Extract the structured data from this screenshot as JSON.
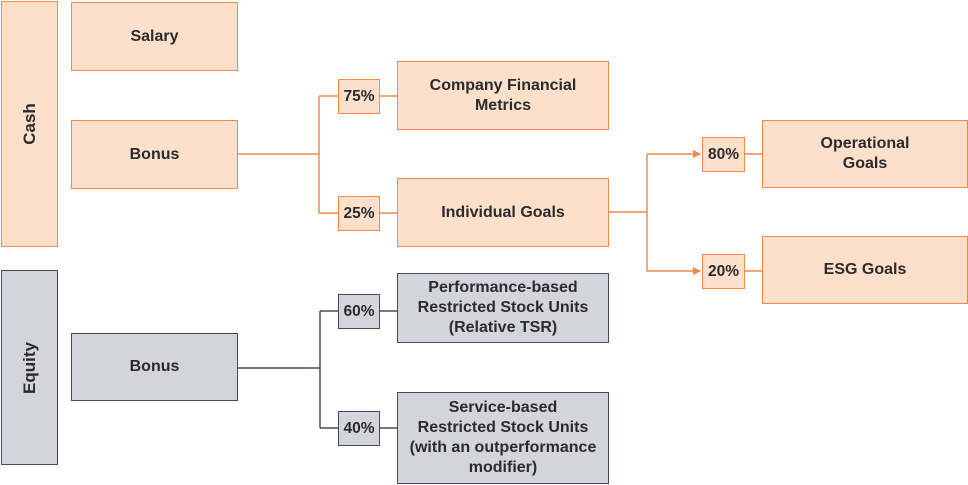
{
  "sections": {
    "cash": {
      "label": "Cash"
    },
    "equity": {
      "label": "Equity"
    }
  },
  "cash": {
    "salary": "Salary",
    "bonus": "Bonus",
    "bonus_split": [
      {
        "percent": "75%",
        "label": "Company Financial\nMetrics"
      },
      {
        "percent": "25%",
        "label": "Individual Goals"
      }
    ],
    "individual_split": [
      {
        "percent": "80%",
        "label": "Operational\nGoals"
      },
      {
        "percent": "20%",
        "label": "ESG Goals"
      }
    ]
  },
  "equity": {
    "bonus": "Bonus",
    "bonus_split": [
      {
        "percent": "60%",
        "label": "Performance-based\nRestricted Stock Units\n(Relative TSR)"
      },
      {
        "percent": "40%",
        "label": "Service-based\nRestricted Stock Units\n(with an outperformance\nmodifier)"
      }
    ]
  },
  "colors": {
    "cash_fill": "#fde0cb",
    "cash_border": "#ef8a4a",
    "equity_fill": "#d4d4dd",
    "equity_border": "#484a5e"
  }
}
